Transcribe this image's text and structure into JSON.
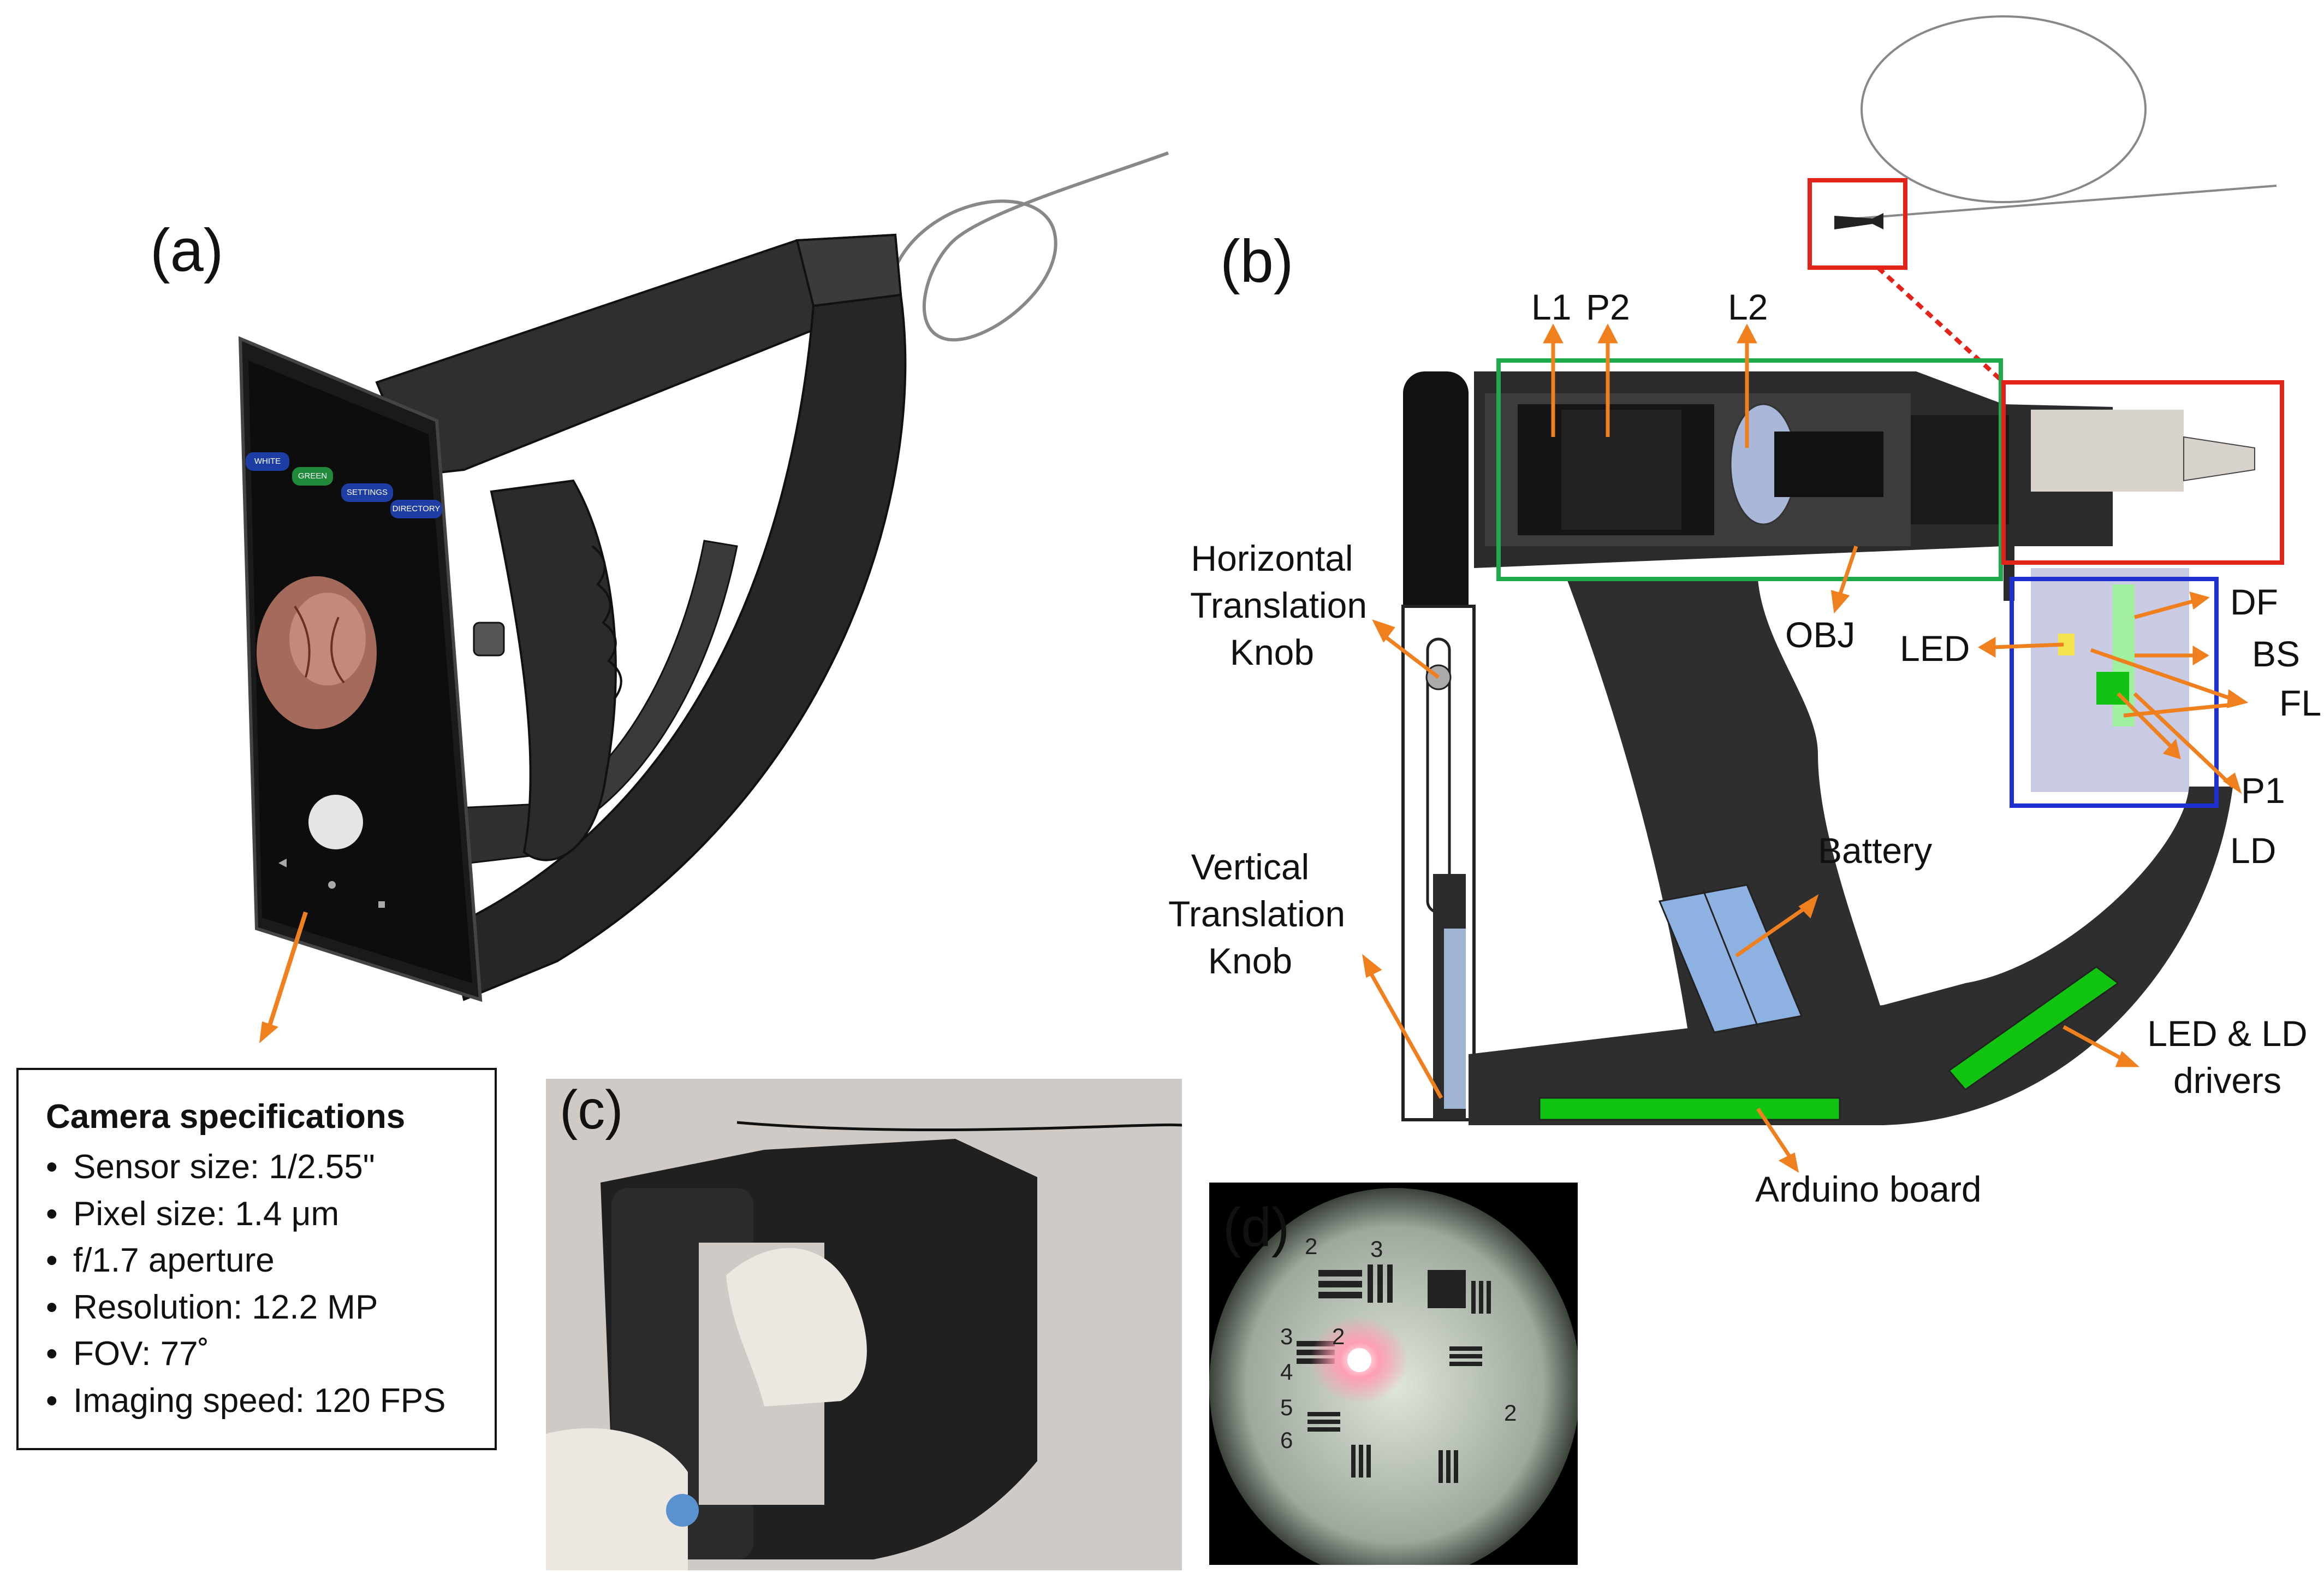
{
  "panels": {
    "a": "(a)",
    "b": "(b)",
    "c": "(c)",
    "d": "(d)"
  },
  "phone_screen": {
    "buttons": [
      "WHITE",
      "GREEN",
      "SETTINGS",
      "DIRECTORY"
    ]
  },
  "camera_specs": {
    "title": "Camera specifications",
    "items": [
      "Sensor size: 1/2.55\"",
      "Pixel size: 1.4 μm",
      "f/1.7 aperture",
      "Resolution: 12.2 MP",
      "FOV: 77˚",
      "Imaging speed: 120 FPS"
    ]
  },
  "labels": {
    "L1": "L1",
    "P2": "P2",
    "L2": "L2",
    "OBJ": "OBJ",
    "horizontal_knob": [
      "Horizontal",
      "Translation",
      "Knob"
    ],
    "vertical_knob": [
      "Vertical",
      "Translation",
      "Knob"
    ],
    "battery": "Battery",
    "arduino": "Arduino board",
    "drivers": [
      "LED & LD",
      "drivers"
    ],
    "LED": "LED",
    "DF": "DF",
    "BS": "BS",
    "FL": "FL",
    "P1": "P1",
    "LD": "LD"
  },
  "colors": {
    "arrow": "#f07f1e",
    "green_box": "#1ea94a",
    "red_box": "#e2231a",
    "blue_box": "#1d2fd0",
    "battery": "#8db2e2",
    "board": "#11c411",
    "body": "#333333"
  },
  "usaf_target_numbers": [
    "2",
    "3",
    "2",
    "3",
    "4",
    "5",
    "6",
    "2"
  ]
}
